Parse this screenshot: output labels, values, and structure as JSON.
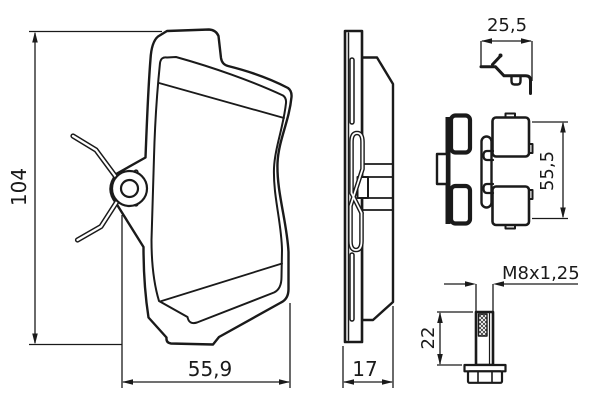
{
  "drawing": {
    "front_view": {
      "height": "104",
      "width": "55,9"
    },
    "side_view": {
      "thickness": "17"
    },
    "clip_detail": {
      "width": "25,5"
    },
    "spring_kit": {
      "height": "55,5"
    },
    "bolt_detail": {
      "thread": "M8x1,25",
      "length": "22"
    },
    "colors": {
      "line": "#1a1a1a",
      "background": "#ffffff"
    }
  }
}
